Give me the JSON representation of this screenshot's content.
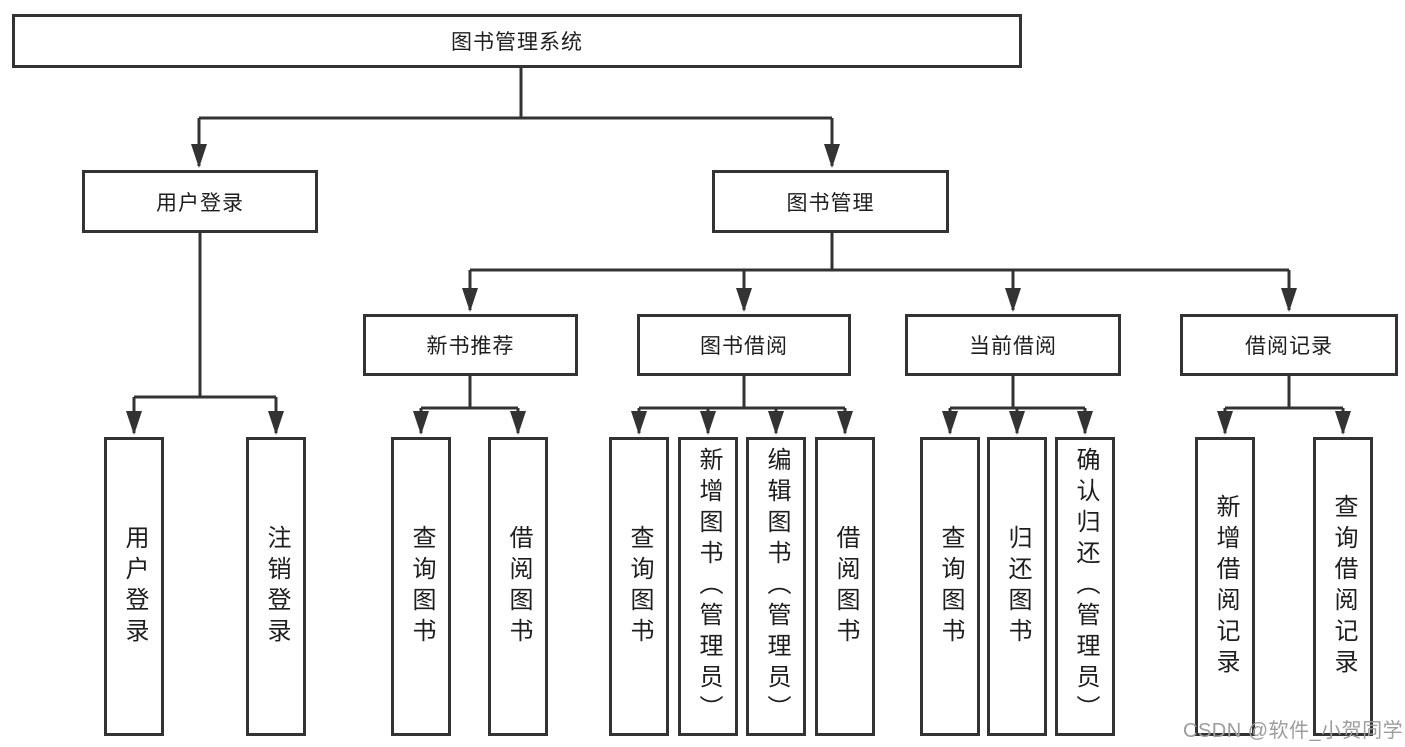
{
  "diagram": {
    "root": {
      "label": "图书管理系统"
    },
    "branches": [
      {
        "label": "用户登录",
        "children": [
          {
            "label": "用户登录"
          },
          {
            "label": "注销登录"
          }
        ]
      },
      {
        "label": "图书管理",
        "groups": [
          {
            "label": "新书推荐",
            "children": [
              {
                "label": "查询图书"
              },
              {
                "label": "借阅图书"
              }
            ]
          },
          {
            "label": "图书借阅",
            "children": [
              {
                "label": "查询图书"
              },
              {
                "label": "新增图书（管理员）"
              },
              {
                "label": "编辑图书（管理员）"
              },
              {
                "label": "借阅图书"
              }
            ]
          },
          {
            "label": "当前借阅",
            "children": [
              {
                "label": "查询图书"
              },
              {
                "label": "归还图书"
              },
              {
                "label": "确认归还（管理员）"
              }
            ]
          },
          {
            "label": "借阅记录",
            "children": [
              {
                "label": "新增借阅记录"
              },
              {
                "label": "查询借阅记录"
              }
            ]
          }
        ]
      }
    ]
  },
  "watermark": {
    "text": "CSDN @软件_小贺同学"
  },
  "colors": {
    "line": "#333333",
    "box_border": "#333333",
    "text": "#1e1e1e",
    "watermark": "#9d9d9d",
    "background": "#ffffff"
  }
}
